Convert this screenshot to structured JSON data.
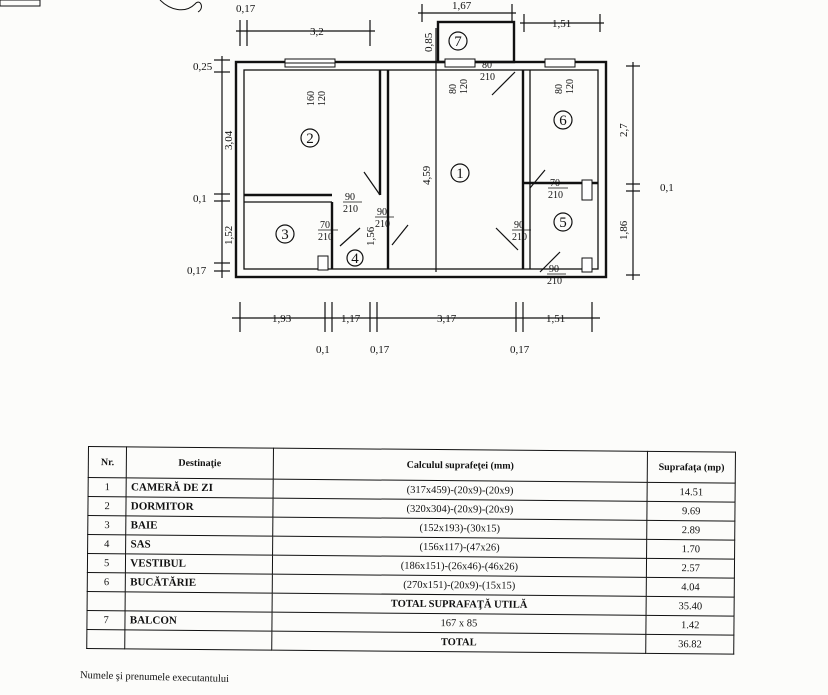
{
  "plan": {
    "room_numbers": [
      "1",
      "2",
      "3",
      "4",
      "5",
      "6",
      "7"
    ],
    "dims": {
      "top_017": "0,17",
      "top_32": "3,2",
      "top_167": "1,67",
      "top_151": "1,51",
      "d085": "0,85",
      "left_025": "0,25",
      "left_304": "3,04",
      "left_01": "0,1",
      "left_152": "1,52",
      "left_017": "0,17",
      "mid_459": "4,59",
      "mid_156": "1,56",
      "right_27": "2,7",
      "right_01": "0,1",
      "right_186": "1,86",
      "bot_193": "1,93",
      "bot_117": "1,17",
      "bot_317": "3,17",
      "bot_151": "1,51",
      "bot_01": "0,1",
      "bot_017a": "0,17",
      "bot_017b": "0,17"
    },
    "openings": {
      "w160_120": [
        "160",
        "120"
      ],
      "w80_120": [
        "80",
        "120"
      ],
      "d80_210": [
        "80",
        "210"
      ],
      "w80_120_b": [
        "80",
        "120"
      ],
      "d90_210": [
        "90",
        "210"
      ],
      "d70_210": [
        "70",
        "210"
      ],
      "d90_210_b": [
        "90",
        "210"
      ],
      "d70_210_b": [
        "70",
        "210"
      ],
      "d90_210_c": [
        "90",
        "210"
      ],
      "d90_210_d": [
        "90",
        "210"
      ]
    }
  },
  "table": {
    "headers": [
      "Nr.",
      "Destinaţie",
      "Calculul suprafeţei (mm)",
      "Suprafaţa (mp)"
    ],
    "rows": [
      {
        "nr": "1",
        "dest": "CAMERĂ DE ZI",
        "calc": "(317x459)-(20x9)-(20x9)",
        "area": "14.51"
      },
      {
        "nr": "2",
        "dest": "DORMITOR",
        "calc": "(320x304)-(20x9)-(20x9)",
        "area": "9.69"
      },
      {
        "nr": "3",
        "dest": "BAIE",
        "calc": "(152x193)-(30x15)",
        "area": "2.89"
      },
      {
        "nr": "4",
        "dest": "SAS",
        "calc": "(156x117)-(47x26)",
        "area": "1.70"
      },
      {
        "nr": "5",
        "dest": "VESTIBUL",
        "calc": "(186x151)-(26x46)-(46x26)",
        "area": "2.57"
      },
      {
        "nr": "6",
        "dest": "BUCĂTĂRIE",
        "calc": "(270x151)-(20x9)-(15x15)",
        "area": "4.04"
      }
    ],
    "total_util_label": "TOTAL SUPRAFAŢĂ UTILĂ",
    "total_util_value": "35.40",
    "balcon": {
      "nr": "7",
      "dest": "BALCON",
      "calc": "167 x 85",
      "area": "1.42"
    },
    "total_label": "TOTAL",
    "total_value": "36.82"
  },
  "footer": "Numele şi prenumele executantului"
}
